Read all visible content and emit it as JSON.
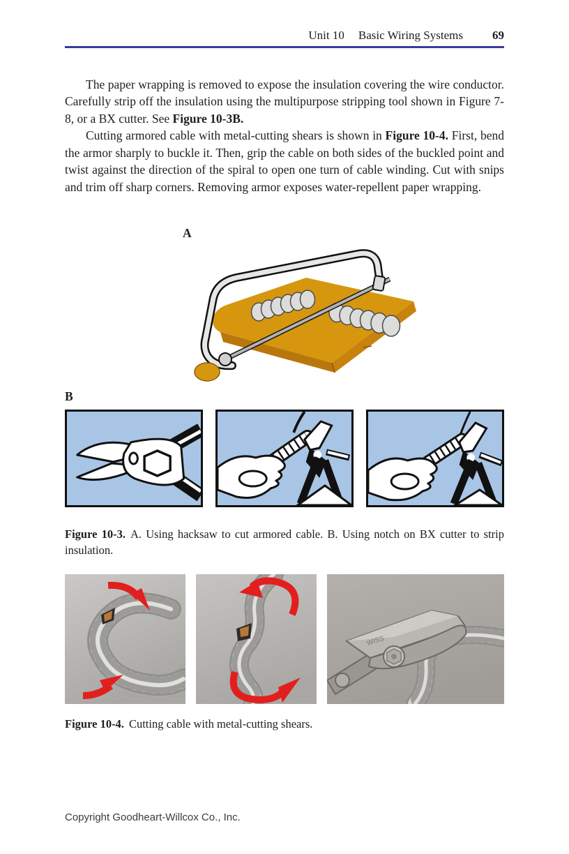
{
  "header": {
    "unit_label": "Unit 10",
    "chapter_title": "Basic Wiring Systems",
    "page_number": "69"
  },
  "body": {
    "para1": {
      "text": "The paper wrapping is removed to expose the insulation covering the wire conductor. Carefully strip off the insulation using the multipurpose stripping tool shown in Figure 7-8, or a BX cutter. See ",
      "bold_ref": "Figure 10-3B."
    },
    "para2": {
      "lead": "Cutting armored cable with metal-cutting shears is shown in ",
      "bold_ref": "Figure 10-4.",
      "rest": " First, bend the armor sharply to buckle it. Then, grip the cable on both sides of the buckled point and twist against the direction of the spiral to open one turn of cable winding. Cut with snips and trim off sharp corners. Removing armor exposes water-repellent paper wrapping."
    }
  },
  "figure_10_3": {
    "label_a": "A",
    "label_b": "B",
    "caption_label": "Figure 10-3.",
    "caption_text": "A. Using hacksaw to cut armored cable. B. Using notch on BX cutter to strip insulation."
  },
  "figure_10_4": {
    "caption_label": "Figure 10-4.",
    "caption_text": "Cutting cable with metal-cutting shears.",
    "photo3_stamp": "WISS"
  },
  "footer": {
    "copyright": "Copyright Goodheart-Willcox Co., Inc."
  },
  "colors": {
    "rule_blue": "#3b3b99",
    "panel_blue": "#a9c5e5",
    "wood_gold": "#d6970f",
    "arrow_red": "#e21f1f",
    "photo_gray": "#bdbbb8"
  }
}
